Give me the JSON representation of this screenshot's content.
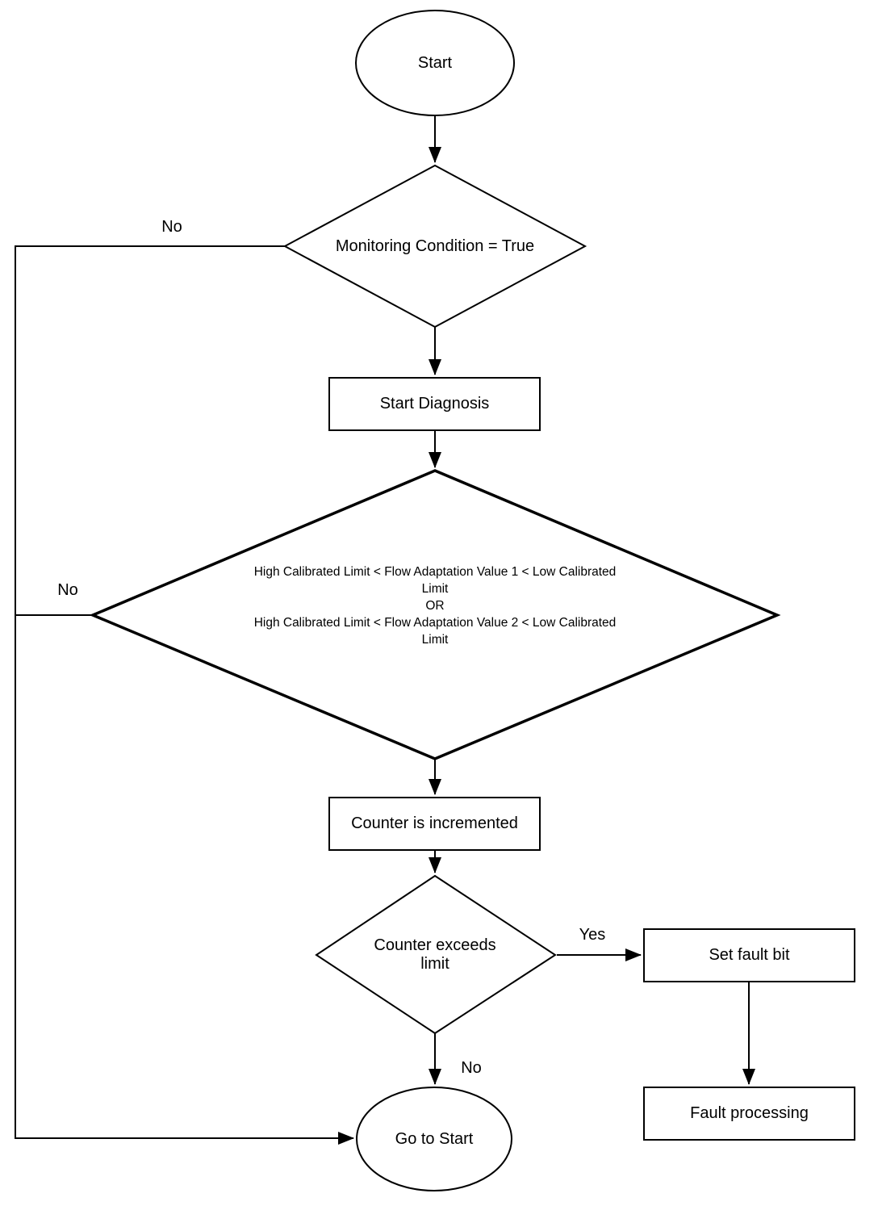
{
  "colors": {
    "background": "#ffffff",
    "stroke": "#000000",
    "text": "#000000"
  },
  "flowchart": {
    "nodes": {
      "start": {
        "type": "terminator",
        "label": "Start"
      },
      "monitoring": {
        "type": "decision",
        "label": "Monitoring Condition = True"
      },
      "start_diagnosis": {
        "type": "process",
        "label": "Start Diagnosis"
      },
      "flow_check": {
        "type": "decision",
        "condition1": "High Calibrated Limit < Flow Adaptation Value 1 < Low Calibrated Limit",
        "or_label": "OR",
        "condition2": "High Calibrated Limit < Flow Adaptation Value 2 < Low Calibrated Limit"
      },
      "counter_increment": {
        "type": "process",
        "label": "Counter is incremented"
      },
      "counter_exceeds": {
        "type": "decision",
        "label": "Counter exceeds limit"
      },
      "set_fault_bit": {
        "type": "process",
        "label": "Set fault bit"
      },
      "fault_processing": {
        "type": "process",
        "label": "Fault processing"
      },
      "goto_start": {
        "type": "terminator",
        "label": "Go to Start"
      }
    },
    "edge_labels": {
      "monitoring_no": "No",
      "flow_check_no": "No",
      "counter_yes": "Yes",
      "counter_no": "No"
    }
  }
}
